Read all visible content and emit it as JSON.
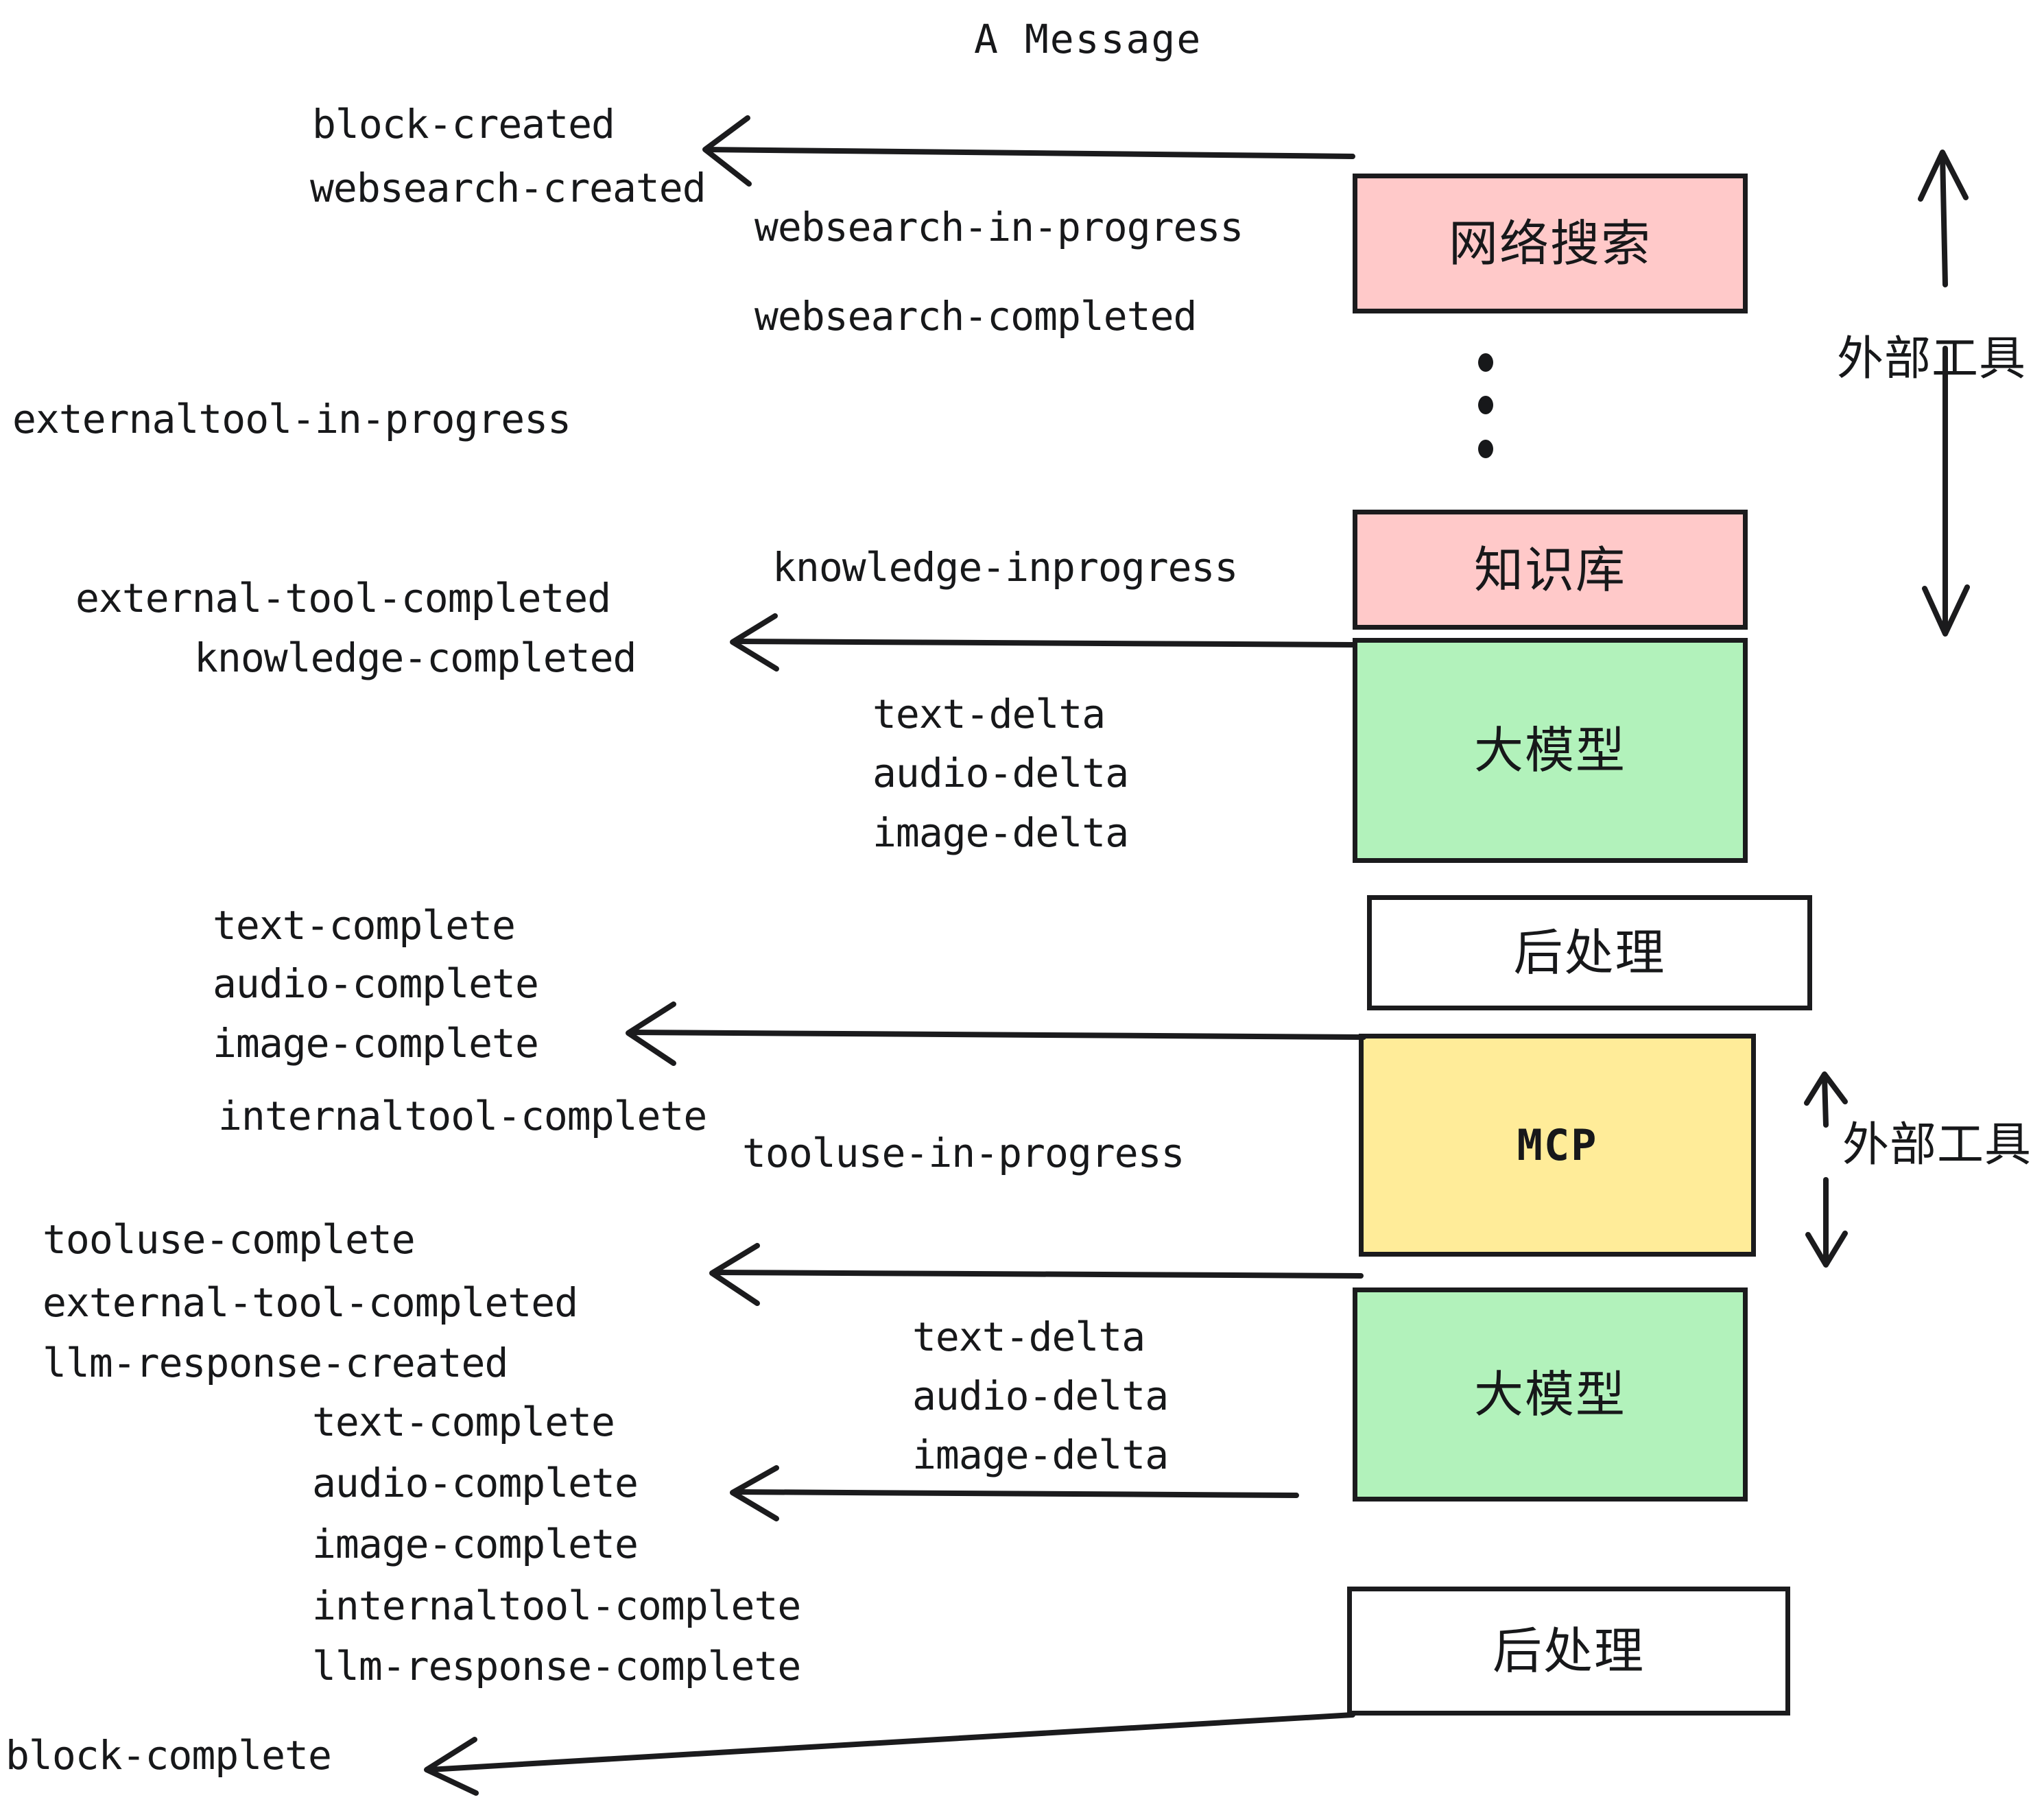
{
  "title": "A Message",
  "colors": {
    "pink": "#ffc9c9",
    "green": "#b2f2bb",
    "yellow": "#ffec99",
    "white": "#ffffff",
    "stroke": "#1b1b1d",
    "text": "#17181a"
  },
  "boxes": [
    {
      "id": "websearch",
      "label": "网络搜索",
      "fill": "#ffc9c9",
      "mono": false
    },
    {
      "id": "knowledge",
      "label": "知识库",
      "fill": "#ffc9c9",
      "mono": false
    },
    {
      "id": "llm-1",
      "label": "大模型",
      "fill": "#b2f2bb",
      "mono": false
    },
    {
      "id": "postprocess-1",
      "label": "后处理",
      "fill": "#ffffff",
      "mono": false
    },
    {
      "id": "mcp",
      "label": "MCP",
      "fill": "#ffec99",
      "mono": true
    },
    {
      "id": "llm-2",
      "label": "大模型",
      "fill": "#b2f2bb",
      "mono": false
    },
    {
      "id": "postprocess-2",
      "label": "后处理",
      "fill": "#ffffff",
      "mono": false
    }
  ],
  "side_labels": [
    {
      "id": "external-tools-top",
      "text": "外部工具"
    },
    {
      "id": "external-tools-bottom",
      "text": "外部工具"
    }
  ],
  "events": [
    {
      "id": "block-created",
      "text": "block-created"
    },
    {
      "id": "websearch-created",
      "text": "websearch-created"
    },
    {
      "id": "websearch-in-progress",
      "text": "websearch-in-progress"
    },
    {
      "id": "websearch-completed",
      "text": "websearch-completed"
    },
    {
      "id": "externaltool-in-progress",
      "text": "externaltool-in-progress"
    },
    {
      "id": "knowledge-inprogress",
      "text": "knowledge-inprogress"
    },
    {
      "id": "external-tool-completed-1",
      "text": "external-tool-completed"
    },
    {
      "id": "knowledge-completed",
      "text": "knowledge-completed"
    },
    {
      "id": "text-delta-1",
      "text": "text-delta"
    },
    {
      "id": "audio-delta-1",
      "text": "audio-delta"
    },
    {
      "id": "image-delta-1",
      "text": "image-delta"
    },
    {
      "id": "text-complete-1",
      "text": "text-complete"
    },
    {
      "id": "audio-complete-1",
      "text": "audio-complete"
    },
    {
      "id": "image-complete-1",
      "text": "image-complete"
    },
    {
      "id": "internaltool-complete-1",
      "text": "internaltool-complete"
    },
    {
      "id": "tooluse-in-progress",
      "text": "tooluse-in-progress"
    },
    {
      "id": "tooluse-complete",
      "text": "tooluse-complete"
    },
    {
      "id": "external-tool-completed-2",
      "text": "external-tool-completed"
    },
    {
      "id": "llm-response-created",
      "text": "llm-response-created"
    },
    {
      "id": "text-delta-2",
      "text": "text-delta"
    },
    {
      "id": "audio-delta-2",
      "text": "audio-delta"
    },
    {
      "id": "image-delta-2",
      "text": "image-delta"
    },
    {
      "id": "text-complete-2",
      "text": "text-complete"
    },
    {
      "id": "audio-complete-2",
      "text": "audio-complete"
    },
    {
      "id": "image-complete-2",
      "text": "image-complete"
    },
    {
      "id": "internaltool-complete-2",
      "text": "internaltool-complete"
    },
    {
      "id": "llm-response-complete",
      "text": "llm-response-complete"
    },
    {
      "id": "block-complete",
      "text": "block-complete"
    }
  ],
  "ellipsis": {
    "id": "vertical-ellipsis",
    "dots": 3
  }
}
